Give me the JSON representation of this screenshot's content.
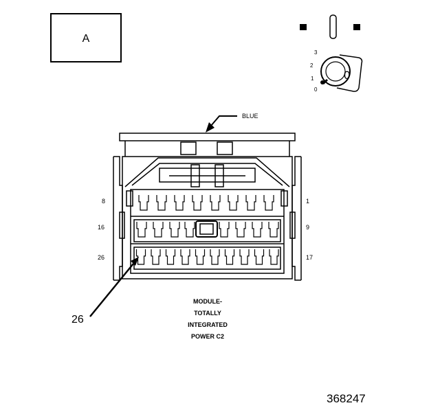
{
  "view_label": "A",
  "key_positions": [
    "3",
    "2",
    "1",
    "0"
  ],
  "key_glyph": "0",
  "wire_color_label": "BLUE",
  "pin_labels": {
    "top_left": "8",
    "top_right": "1",
    "mid_left": "16",
    "mid_right": "9",
    "bottom_left": "26",
    "bottom_right": "17"
  },
  "callout_pin": "26",
  "caption_lines": [
    "MODULE-",
    "TOTALLY",
    "INTEGRATED",
    "POWER C2"
  ],
  "figure_number": "368247"
}
